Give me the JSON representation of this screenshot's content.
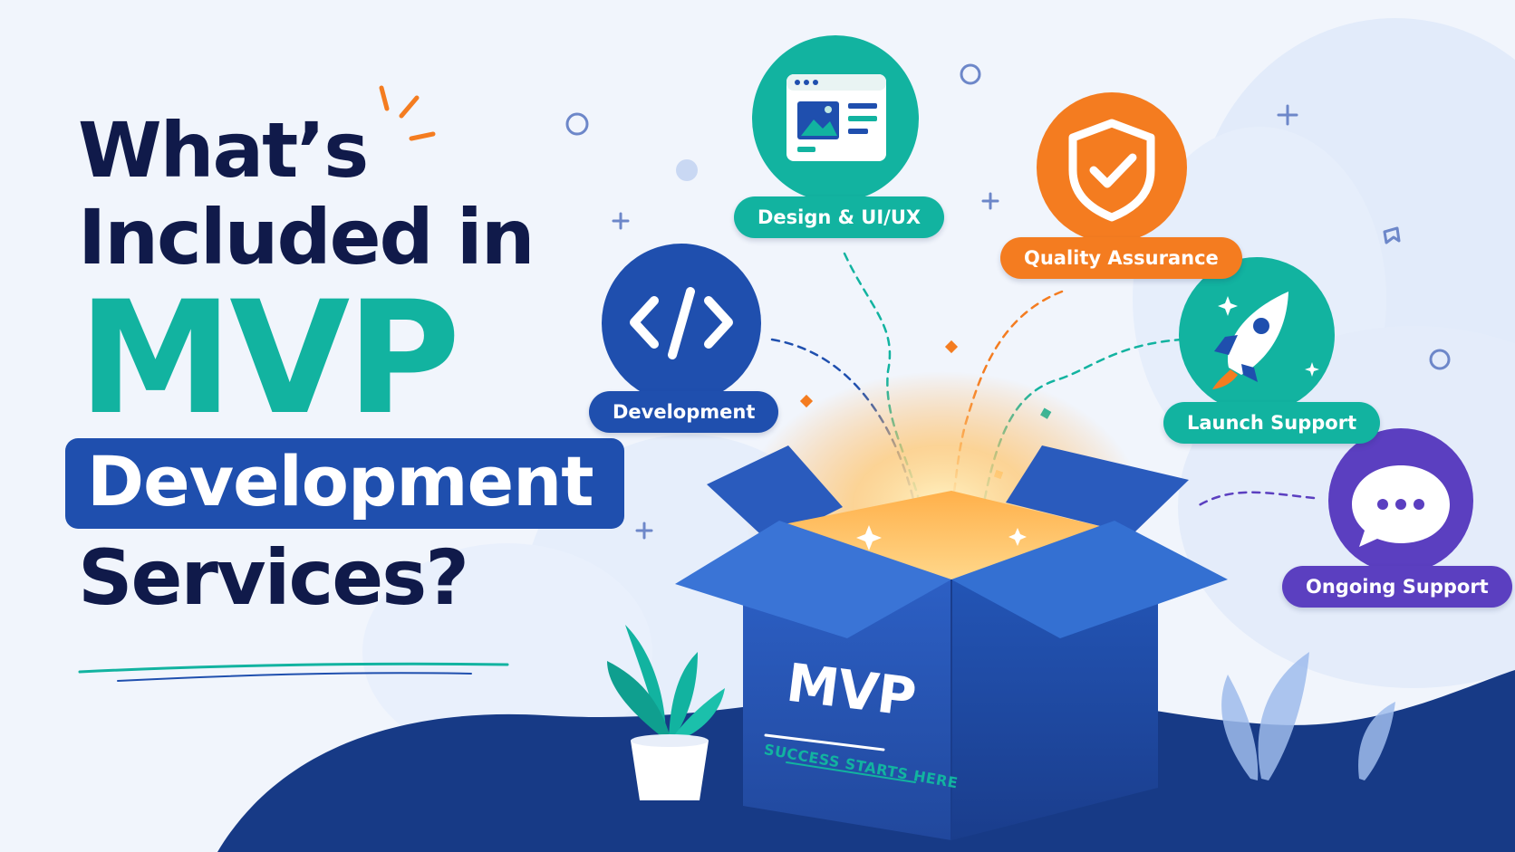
{
  "headline": {
    "line1": "What’s",
    "line2": "Included in",
    "line3": "MVP",
    "line4": "Development",
    "line5": "Services?"
  },
  "services": [
    {
      "label": "Design & UI/UX",
      "icon": "browser-image-icon",
      "color": "#12b3a0"
    },
    {
      "label": "Quality Assurance",
      "icon": "shield-check-icon",
      "color": "#f47c20"
    },
    {
      "label": "Development",
      "icon": "code-icon",
      "color": "#1f4fae"
    },
    {
      "label": "Launch Support",
      "icon": "rocket-icon",
      "color": "#12b3a0"
    },
    {
      "label": "Ongoing Support",
      "icon": "chat-bubble-icon",
      "color": "#5b3fc0"
    }
  ],
  "box": {
    "title": "MVP",
    "tagline": "SUCCESS STARTS HERE"
  },
  "colors": {
    "navy": "#101a4a",
    "teal": "#12b3a0",
    "blue": "#1f4fae",
    "orange": "#f47c20",
    "purple": "#5b3fc0"
  }
}
